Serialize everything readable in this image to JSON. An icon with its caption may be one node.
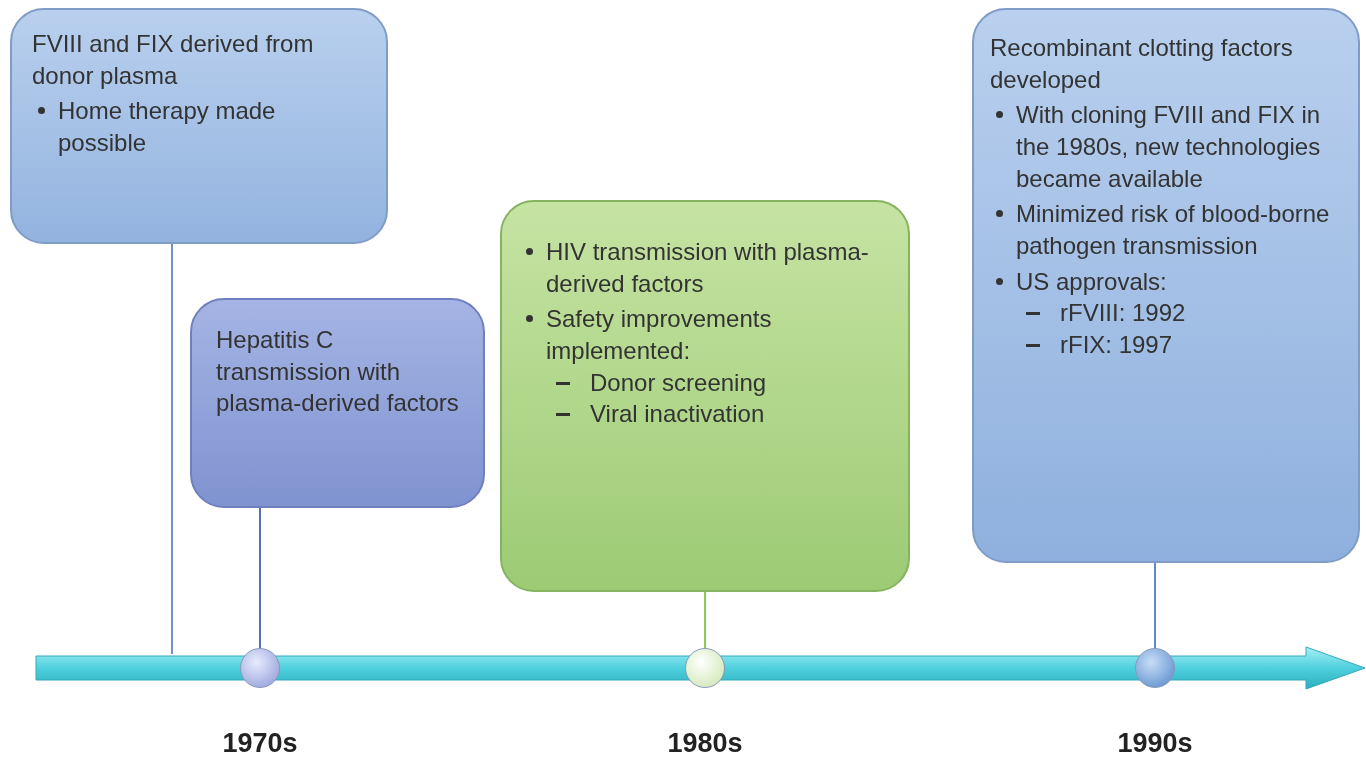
{
  "diagram": {
    "nodes": [
      {
        "text": [
          "FVIII and FIX derived from donor plasma",
          "Home therapy made possible"
        ]
      },
      {
        "text": [
          "Hepatitis C transmission with plasma-derived factors"
        ]
      },
      {
        "text": [
          "HIV transmission with plasma-derived factors",
          "Safety improvements implemented:",
          "Donor screening",
          "Viral inactivation"
        ]
      },
      {
        "text": [
          "Recombinant clotting factors developed",
          "With cloning FVIII and FIX in the 1980s, new technologies became available",
          "Minimized risk of blood-borne pathogen transmission",
          "US approvals:",
          "rFVIII: 1992",
          "rFIX: 1997"
        ]
      },
      {
        "text": [],
        "shape": "bar"
      },
      {
        "text": [],
        "shape": "circle",
        "in": 4,
        "beside": [
          "1970s"
        ]
      },
      {
        "text": [],
        "shape": "circle",
        "in": 4,
        "beside": [
          "1980s"
        ]
      },
      {
        "text": [],
        "shape": "circle",
        "in": 4,
        "beside": [
          "1990s"
        ]
      }
    ],
    "edges": [
      {
        "from": 0,
        "to": 4,
        "arrow": "none",
        "color": "#6f93c4"
      },
      {
        "from": 1,
        "to": 5,
        "arrow": "none",
        "color": "#5a6db0"
      },
      {
        "from": 2,
        "to": 6,
        "arrow": "none",
        "color": "#8ccc55"
      },
      {
        "from": 3,
        "to": 7,
        "arrow": "none",
        "color": "#5b8cc8"
      }
    ]
  }
}
